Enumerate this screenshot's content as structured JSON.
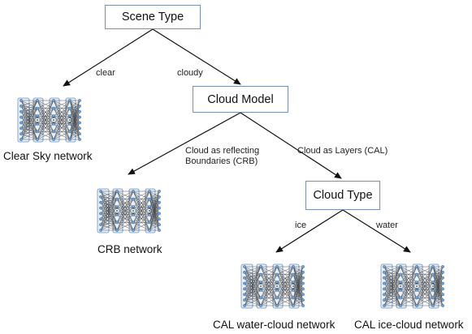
{
  "nodes": {
    "scene_type": "Scene Type",
    "cloud_model": "Cloud Model",
    "cloud_type": "Cloud Type"
  },
  "edges": {
    "clear": "clear",
    "cloudy": "cloudy",
    "crb_line1": "Cloud as reflecting",
    "crb_line2": "Boundaries (CRB)",
    "cal": "Cloud as Layers (CAL)",
    "ice": "ice",
    "water": "water"
  },
  "networks": {
    "clear_sky": "Clear Sky network",
    "crb": "CRB network",
    "cal_water": "CAL water-cloud network",
    "cal_ice": "CAL ice-cloud network"
  },
  "colors": {
    "box_border": "#7b93b0",
    "arrow": "#111111",
    "net_node": "#6fa3d8",
    "net_line": "#222222"
  }
}
